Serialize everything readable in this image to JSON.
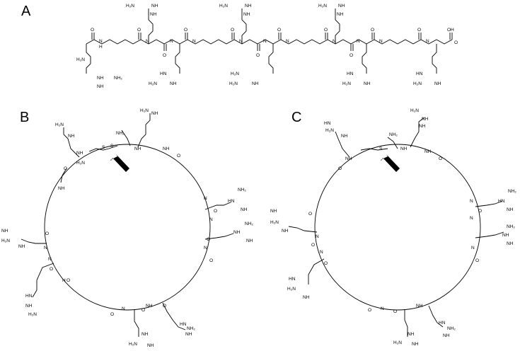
{
  "panels": [
    {
      "id": "A",
      "label": "A",
      "type": "linear-peptide"
    },
    {
      "id": "B",
      "label": "B",
      "type": "cyclic-peptide-disulfide"
    },
    {
      "id": "C",
      "label": "C",
      "type": "cyclic-peptide-thioether"
    }
  ],
  "atom_labels": {
    "NH": "NH",
    "HN": "HN",
    "NH2": "NH₂",
    "H2N": "H₂N",
    "N": "N",
    "H": "H",
    "O": "O",
    "OH": "OH",
    "S": "S"
  },
  "icons": {
    "arrow": "black-arrow-pointing-to-sulfur-bridge"
  }
}
